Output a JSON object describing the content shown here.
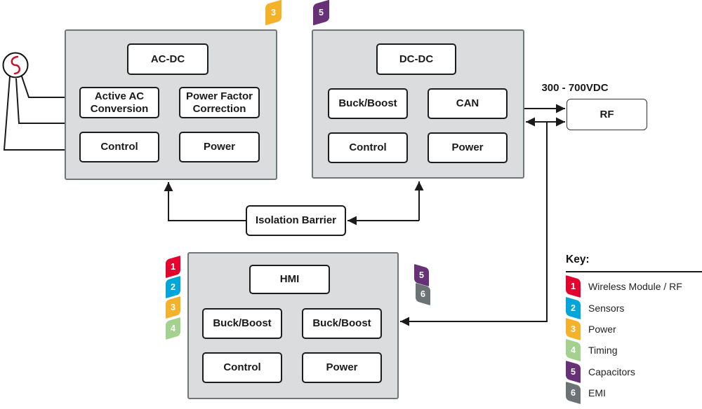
{
  "badge_colors": {
    "1": "#e4032f",
    "2": "#00a5d9",
    "3": "#f3b229",
    "4": "#a4d18f",
    "5": "#673077",
    "6": "#6c7374"
  },
  "source_wave_color": "#c8102e",
  "blocks": {
    "acdc": {
      "title": "AC-DC",
      "cells": [
        "Active AC Conversion",
        "Power Factor Correction",
        "Control",
        "Power"
      ]
    },
    "dcdc": {
      "title": "DC-DC",
      "cells": [
        "Buck/Boost",
        "CAN",
        "Control",
        "Power"
      ]
    },
    "hmi": {
      "title": "HMI",
      "cells": [
        "Buck/Boost",
        "Buck/Boost",
        "Control",
        "Power"
      ]
    }
  },
  "standalone": {
    "rf": "RF",
    "isolation": "Isolation Barrier",
    "voltage": "300 - 700VDC"
  },
  "badges": {
    "acdc_top": "3",
    "dcdc_top": "5",
    "hmi_left": [
      "1",
      "2",
      "3",
      "4"
    ],
    "hmi_right": [
      "5",
      "6"
    ]
  },
  "key": {
    "title": "Key:",
    "items": [
      {
        "n": "1",
        "label": "Wireless Module / RF"
      },
      {
        "n": "2",
        "label": "Sensors"
      },
      {
        "n": "3",
        "label": "Power"
      },
      {
        "n": "4",
        "label": "Timing"
      },
      {
        "n": "5",
        "label": "Capacitors"
      },
      {
        "n": "6",
        "label": "EMI"
      }
    ]
  }
}
